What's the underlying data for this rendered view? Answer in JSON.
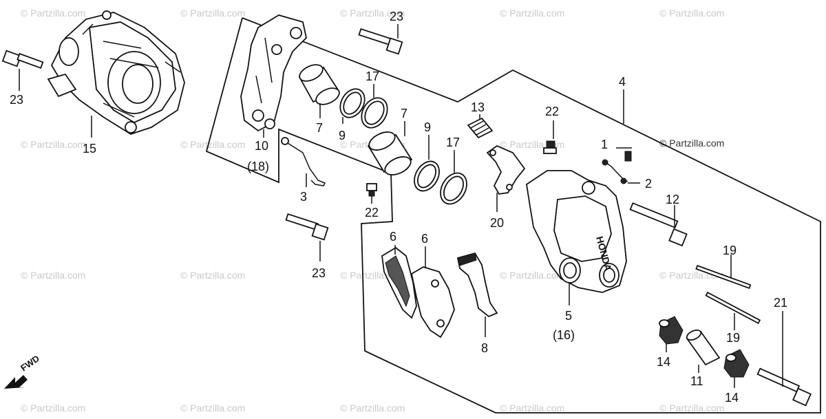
{
  "watermark": {
    "text": "© Partzilla.com"
  },
  "highlight_watermark": {
    "text": "© Partzilla.com"
  },
  "direction": {
    "label": "FWD"
  },
  "callouts": {
    "c23a": "23",
    "c23b": "23",
    "c23c": "23",
    "c15": "15",
    "c10": "10",
    "c18": "(18)",
    "c3": "3",
    "c7a": "7",
    "c9a": "9",
    "c17a": "17",
    "c7b": "7",
    "c9b": "9",
    "c17b": "17",
    "c22a": "22",
    "c22b": "22",
    "c13": "13",
    "c20": "20",
    "c4": "4",
    "c1": "1",
    "c2": "2",
    "c12": "12",
    "c6a": "6",
    "c6b": "6",
    "c8": "8",
    "c5": "5",
    "c16": "(16)",
    "c19a": "19",
    "c19b": "19",
    "c14a": "14",
    "c14b": "14",
    "c11": "11",
    "c21": "21"
  },
  "caliper_brand": "HONDA"
}
